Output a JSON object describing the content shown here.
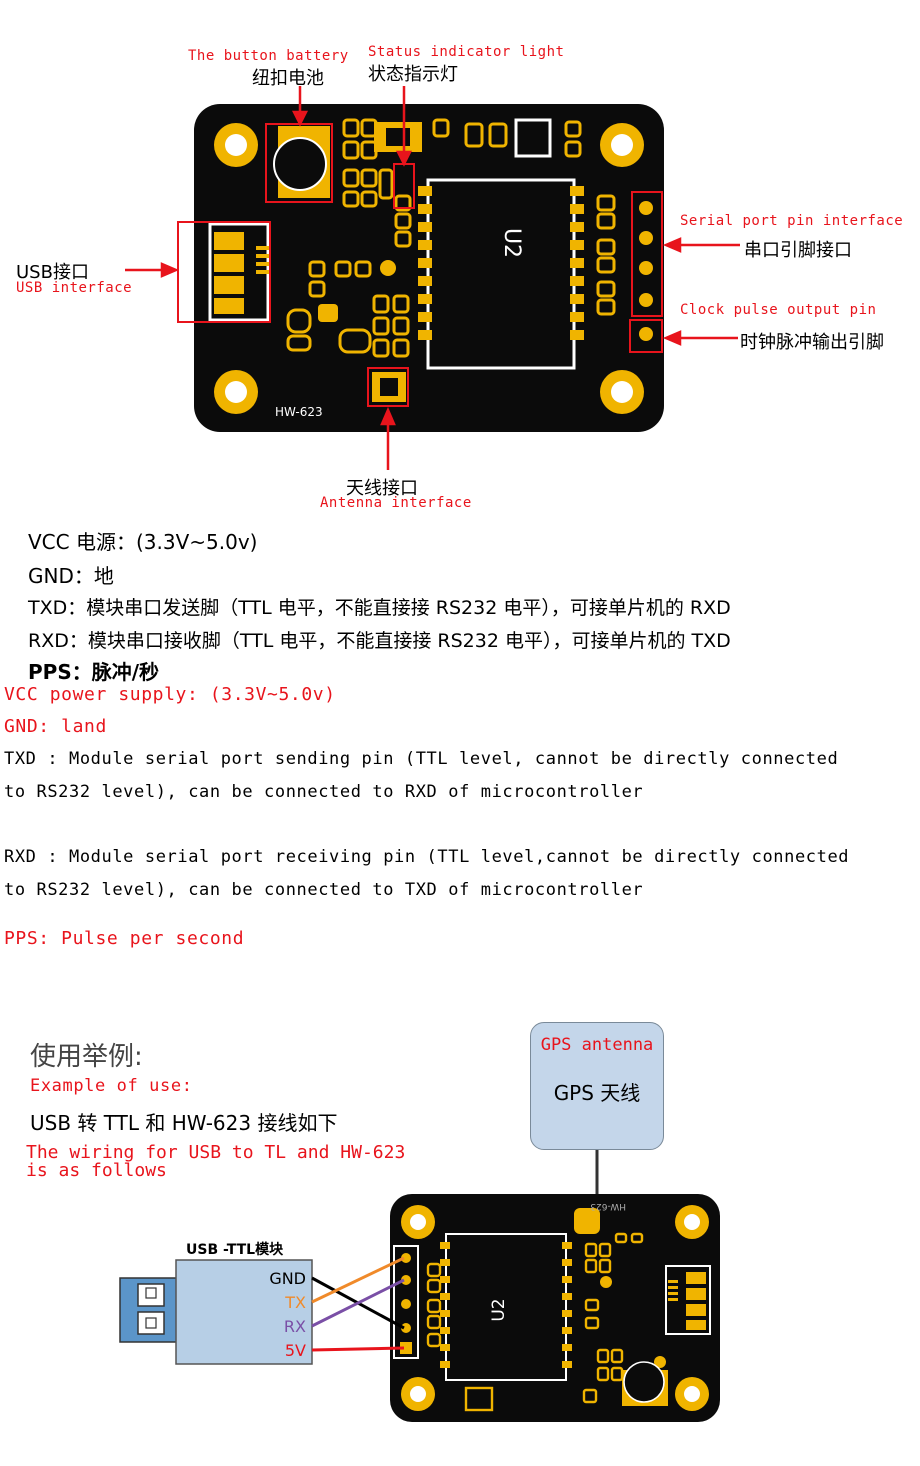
{
  "top_board": {
    "silk_model": "HW-623",
    "chip_label": "U2",
    "callouts": {
      "battery_en": "The button battery",
      "battery_cn": "纽扣电池",
      "status_en": "Status indicator light",
      "status_cn": "状态指示灯",
      "usb_cn": "USB接口",
      "usb_en": "USB interface",
      "serial_en": "Serial port pin interface",
      "serial_cn": "串口引脚接口",
      "clock_en": "Clock pulse output pin",
      "clock_cn": "时钟脉冲输出引脚",
      "antenna_cn": "天线接口",
      "antenna_en": "Antenna interface"
    }
  },
  "specs_cn": [
    "VCC 电源：(3.3V~5.0v)",
    "GND：地",
    "TXD：模块串口发送脚（TTL 电平，不能直接接 RS232 电平），可接单片机的 RXD",
    "RXD：模块串口接收脚（TTL 电平，不能直接接 RS232 电平），可接单片机的 TXD",
    "PPS：脉冲/秒"
  ],
  "specs_en": {
    "vcc": "VCC power supply: (3.3V~5.0v)",
    "gnd": "GND: land",
    "txd_1": "TXD : Module serial port sending pin (TTL level, cannot be directly connected",
    "txd_2": "to RS232 level), can be connected to RXD of microcontroller",
    "rxd_1": "RXD : Module serial port receiving pin (TTL level,cannot be directly connected",
    "rxd_2": "to RS232 level), can be connected to TXD of microcontroller",
    "pps": "PPS: Pulse per second"
  },
  "example": {
    "title_cn": "使用举例:",
    "title_en": "Example of use:",
    "wiring_cn": "USB 转 TTL 和 HW-623 接线如下",
    "wiring_en_1": "The wiring for USB to TL and HW-623",
    "wiring_en_2": "is as follows",
    "gps_en": "GPS antenna",
    "gps_cn": "GPS 天线",
    "module_label": "USB -TTL模块",
    "chip_label": "U2",
    "silk_small": "HW-623",
    "pins": [
      {
        "label": "GND",
        "color": "#000000"
      },
      {
        "label": "TX",
        "color": "#f08a2a"
      },
      {
        "label": "RX",
        "color": "#7a4fa6"
      },
      {
        "label": "5V",
        "color": "#e8141c"
      }
    ]
  },
  "colors": {
    "accent_red": "#e8141c",
    "board_black": "#0b0b0b",
    "gold": "#f0b400",
    "usb_blue": "#b7cfe6",
    "gps_box": "#c4d6ea"
  }
}
